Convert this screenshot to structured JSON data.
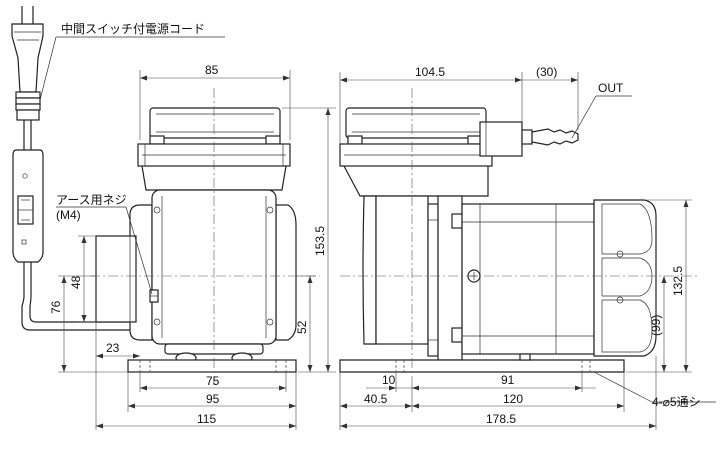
{
  "labels": {
    "power_cord": "中間スイッチ付電源コード",
    "earth_screw": "アース用ネジ",
    "earth_screw_size": "(M4)",
    "outlet": "OUT",
    "mount_holes": "4-⌀5通シ"
  },
  "front_view": {
    "width_top": "85",
    "height_total": "153.5",
    "side_width": "48",
    "side_offset": "76",
    "side_depth": "23",
    "lower_height": "52",
    "base_inner": "75",
    "base_outer": "95",
    "total_width": "115"
  },
  "side_view": {
    "head_width": "104.5",
    "outlet_proj": "(30)",
    "motor_height": "132.5",
    "center_height": "(99)",
    "foot_offset": "10",
    "hole_pitch": "91",
    "front_offset": "40.5",
    "base_length": "120",
    "total_length": "178.5"
  }
}
